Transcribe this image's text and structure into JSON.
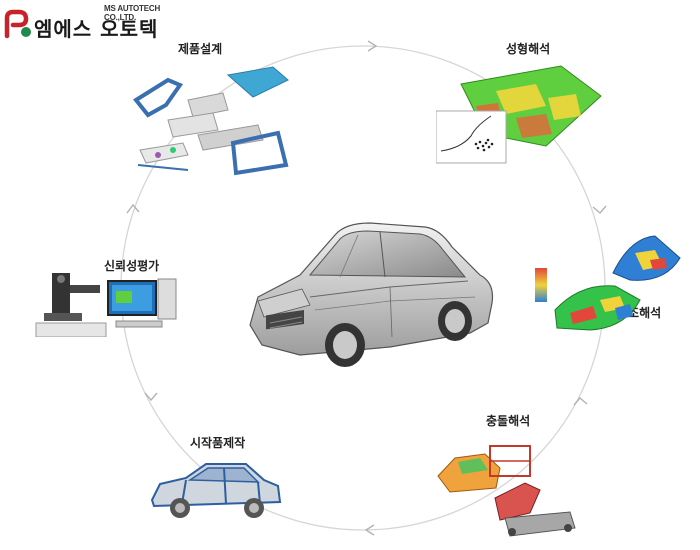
{
  "logo": {
    "company_en": "MS AUTOTECH CO.,LTD.",
    "company_ko": "엠에스 오토텍",
    "icon": "ms-autotech-logo-icon",
    "colors": {
      "red": "#c8232b",
      "green": "#1f8a4c"
    }
  },
  "cycle": {
    "stages": [
      {
        "id": "product-design",
        "label": "제품설계"
      },
      {
        "id": "forming-analysis",
        "label": "성형해석"
      },
      {
        "id": "structural-analysis",
        "label": "구조해석"
      },
      {
        "id": "crash-analysis",
        "label": "충돌해석"
      },
      {
        "id": "prototype-manufacturing",
        "label": "시작품제작"
      },
      {
        "id": "reliability-evaluation",
        "label": "신뢰성평가"
      }
    ]
  },
  "center": {
    "icon": "car-body-icon"
  }
}
